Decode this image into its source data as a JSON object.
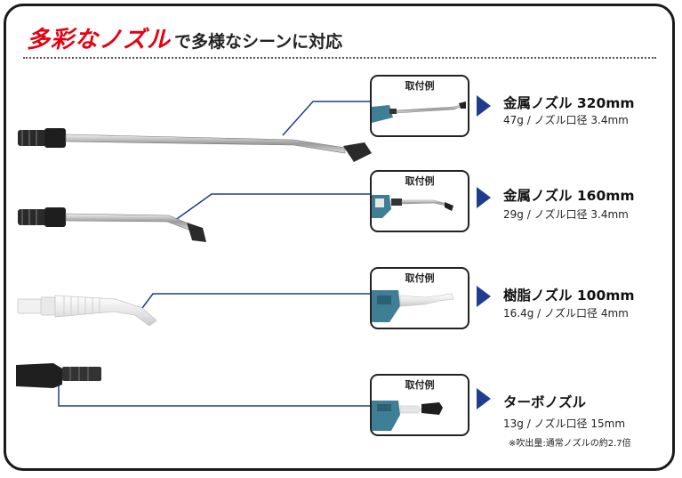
{
  "header": {
    "accent": "多彩なノズル",
    "rest": "で多様なシーンに対応"
  },
  "colors": {
    "accent": "#e60012",
    "triangle": "#1f3d8c",
    "leader": "#1f3d8c"
  },
  "items": [
    {
      "thumb_label": "取付例",
      "name": "金属ノズル 320mm",
      "spec": "47g / ノズル口径 3.4mm"
    },
    {
      "thumb_label": "取付例",
      "name": "金属ノズル 160mm",
      "spec": "29g / ノズル口径 3.4mm"
    },
    {
      "thumb_label": "取付例",
      "name": "樹脂ノズル 100mm",
      "spec": "16.4g / ノズル口径 4mm"
    },
    {
      "thumb_label": "取付例",
      "name": "ターボノズル",
      "spec": "13g / ノズル口径 15mm",
      "note": "※吹出量:通常ノズルの約2.7倍"
    }
  ]
}
